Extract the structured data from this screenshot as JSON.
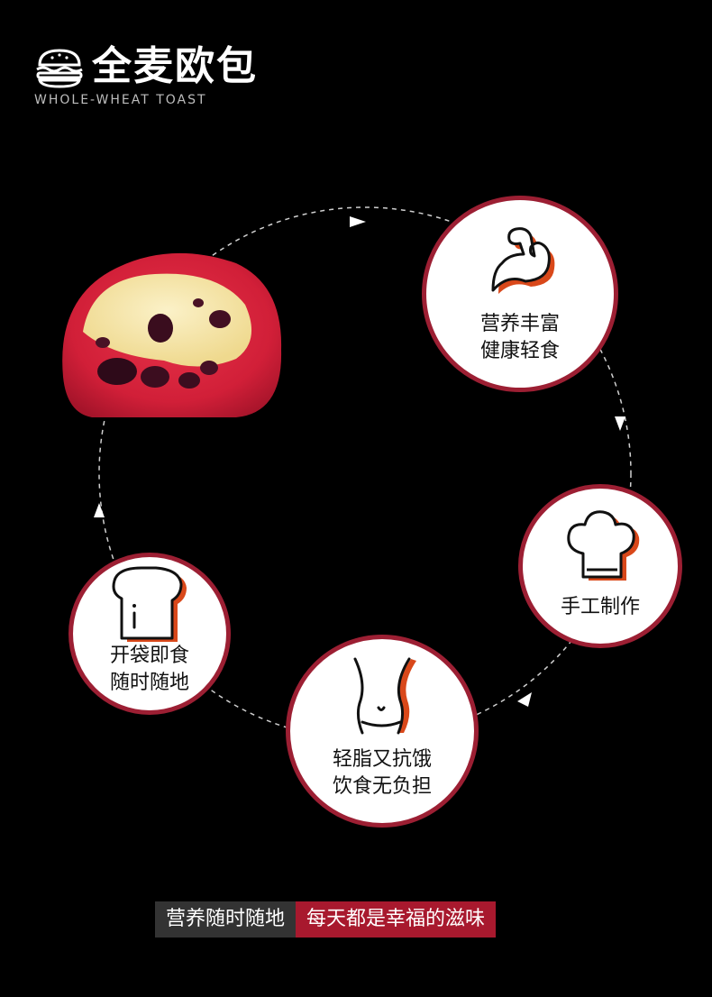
{
  "brand": {
    "title": "全麦欧包",
    "subtitle": "WHOLE-WHEAT TOAST",
    "logo_icon": "burger-icon"
  },
  "colors": {
    "background": "#000000",
    "accent_red": "#a8192e",
    "ring_red": "#9c1f33",
    "icon_orange": "#d9481a",
    "dark_bar": "#333333"
  },
  "product_image": "red-bread-photo",
  "features": [
    {
      "icon": "muscle-arm-icon",
      "line1": "营养丰富",
      "line2": "健康轻食"
    },
    {
      "icon": "chef-hat-icon",
      "line1": "手工制作",
      "line2": ""
    },
    {
      "icon": "waist-icon",
      "line1": "轻脂又抗饿",
      "line2": "饮食无负担"
    },
    {
      "icon": "toast-slice-icon",
      "line1": "开袋即食",
      "line2": "随时随地"
    }
  ],
  "tagline": {
    "left": "营养随时随地",
    "right": "每天都是幸福的滋味"
  }
}
